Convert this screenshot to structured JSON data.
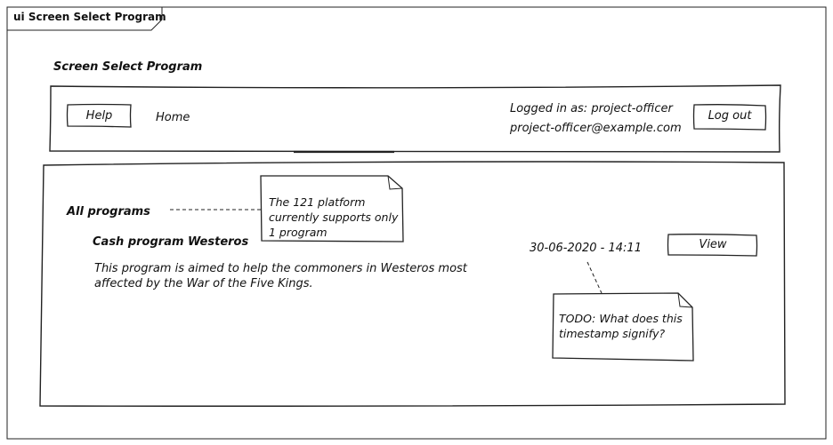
{
  "frame": {
    "title": "ui Screen Select Program"
  },
  "screen": {
    "title": "Screen Select Program"
  },
  "header": {
    "help_label": "Help",
    "home_label": "Home",
    "logged_in_label": "Logged in as: project-officer",
    "email": "project-officer@example.com",
    "logout_label": "Log out"
  },
  "main": {
    "section_title": "All programs",
    "program": {
      "name": "Cash program Westeros",
      "description": "This program is aimed to help the commoners in Westeros most affected by the War of the Five Kings.",
      "timestamp": "30-06-2020 - 14:11",
      "view_label": "View"
    }
  },
  "notes": {
    "platform_note": "The 121 platform\ncurrently supports only\n1 program",
    "todo_note": "TODO: What does this\ntimestamp signify?"
  }
}
